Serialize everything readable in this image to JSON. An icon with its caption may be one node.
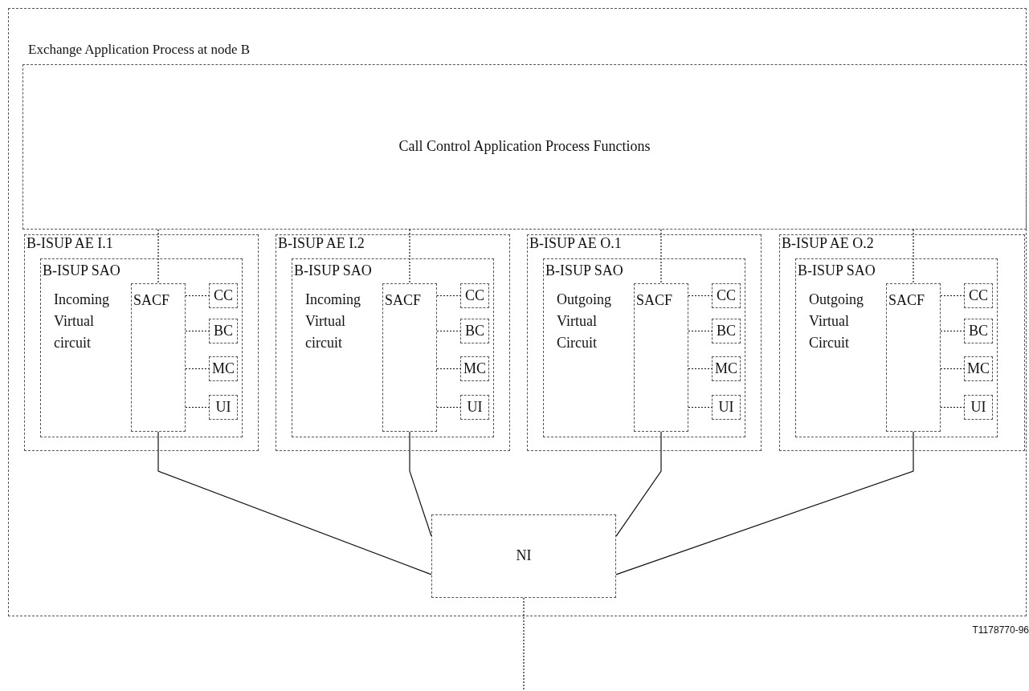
{
  "diagram": {
    "nodes": [
      {
        "text": [
          "Exchange Application Process at node B"
        ]
      },
      {
        "text": [
          "Call Control Application Process Functions"
        ],
        "in": 0
      },
      {
        "text": [
          "B-ISUP AE I.1"
        ],
        "in": 0
      },
      {
        "text": [
          "B-ISUP SAO",
          "Incoming Virtual circuit"
        ],
        "in": 2
      },
      {
        "text": [
          "SACF"
        ],
        "in": 3
      },
      {
        "text": [
          "CC"
        ],
        "in": 3
      },
      {
        "text": [
          "BC"
        ],
        "in": 3
      },
      {
        "text": [
          "MC"
        ],
        "in": 3
      },
      {
        "text": [
          "UI"
        ],
        "in": 3
      },
      {
        "text": [
          "B-ISUP AE I.2"
        ],
        "in": 0
      },
      {
        "text": [
          "B-ISUP SAO",
          "Incoming Virtual circuit"
        ],
        "in": 9
      },
      {
        "text": [
          "SACF"
        ],
        "in": 10
      },
      {
        "text": [
          "CC"
        ],
        "in": 10
      },
      {
        "text": [
          "BC"
        ],
        "in": 10
      },
      {
        "text": [
          "MC"
        ],
        "in": 10
      },
      {
        "text": [
          "UI"
        ],
        "in": 10
      },
      {
        "text": [
          "B-ISUP AE O.1"
        ],
        "in": 0
      },
      {
        "text": [
          "B-ISUP SAO",
          "Outgoing Virtual Circuit"
        ],
        "in": 16
      },
      {
        "text": [
          "SACF"
        ],
        "in": 17
      },
      {
        "text": [
          "CC"
        ],
        "in": 17
      },
      {
        "text": [
          "BC"
        ],
        "in": 17
      },
      {
        "text": [
          "MC"
        ],
        "in": 17
      },
      {
        "text": [
          "UI"
        ],
        "in": 17
      },
      {
        "text": [
          "B-ISUP AE O.2"
        ],
        "in": 0
      },
      {
        "text": [
          "B-ISUP SAO",
          "Outgoing Virtual Circuit"
        ],
        "in": 23
      },
      {
        "text": [
          "SACF"
        ],
        "in": 24
      },
      {
        "text": [
          "CC"
        ],
        "in": 24
      },
      {
        "text": [
          "BC"
        ],
        "in": 24
      },
      {
        "text": [
          "MC"
        ],
        "in": 24
      },
      {
        "text": [
          "UI"
        ],
        "in": 24
      },
      {
        "text": [
          "NI"
        ],
        "in": 0
      }
    ],
    "edges": [
      {
        "from": 1,
        "to": 4,
        "arrow": "none",
        "style": "dashed"
      },
      {
        "from": 4,
        "to": 5,
        "arrow": "none",
        "style": "dashed"
      },
      {
        "from": 4,
        "to": 6,
        "arrow": "none",
        "style": "dashed"
      },
      {
        "from": 4,
        "to": 7,
        "arrow": "none",
        "style": "dashed"
      },
      {
        "from": 4,
        "to": 8,
        "arrow": "none",
        "style": "dashed"
      },
      {
        "from": 4,
        "to": 30,
        "arrow": "none"
      },
      {
        "from": 1,
        "to": 11,
        "arrow": "none",
        "style": "dashed"
      },
      {
        "from": 11,
        "to": 12,
        "arrow": "none",
        "style": "dashed"
      },
      {
        "from": 11,
        "to": 13,
        "arrow": "none",
        "style": "dashed"
      },
      {
        "from": 11,
        "to": 14,
        "arrow": "none",
        "style": "dashed"
      },
      {
        "from": 11,
        "to": 15,
        "arrow": "none",
        "style": "dashed"
      },
      {
        "from": 11,
        "to": 30,
        "arrow": "none"
      },
      {
        "from": 1,
        "to": 18,
        "arrow": "none",
        "style": "dashed"
      },
      {
        "from": 18,
        "to": 19,
        "arrow": "none",
        "style": "dashed"
      },
      {
        "from": 18,
        "to": 20,
        "arrow": "none",
        "style": "dashed"
      },
      {
        "from": 18,
        "to": 21,
        "arrow": "none",
        "style": "dashed"
      },
      {
        "from": 18,
        "to": 22,
        "arrow": "none",
        "style": "dashed"
      },
      {
        "from": 18,
        "to": 30,
        "arrow": "none"
      },
      {
        "from": 1,
        "to": 25,
        "arrow": "none",
        "style": "dashed"
      },
      {
        "from": 25,
        "to": 26,
        "arrow": "none",
        "style": "dashed"
      },
      {
        "from": 25,
        "to": 27,
        "arrow": "none",
        "style": "dashed"
      },
      {
        "from": 25,
        "to": 28,
        "arrow": "none",
        "style": "dashed"
      },
      {
        "from": 25,
        "to": 29,
        "arrow": "none",
        "style": "dashed"
      },
      {
        "from": 25,
        "to": 30,
        "arrow": "none"
      },
      {
        "from": 30,
        "to": null,
        "arrow": "none",
        "style": "dashed"
      }
    ],
    "labels": [
      "T1178770-96"
    ]
  }
}
